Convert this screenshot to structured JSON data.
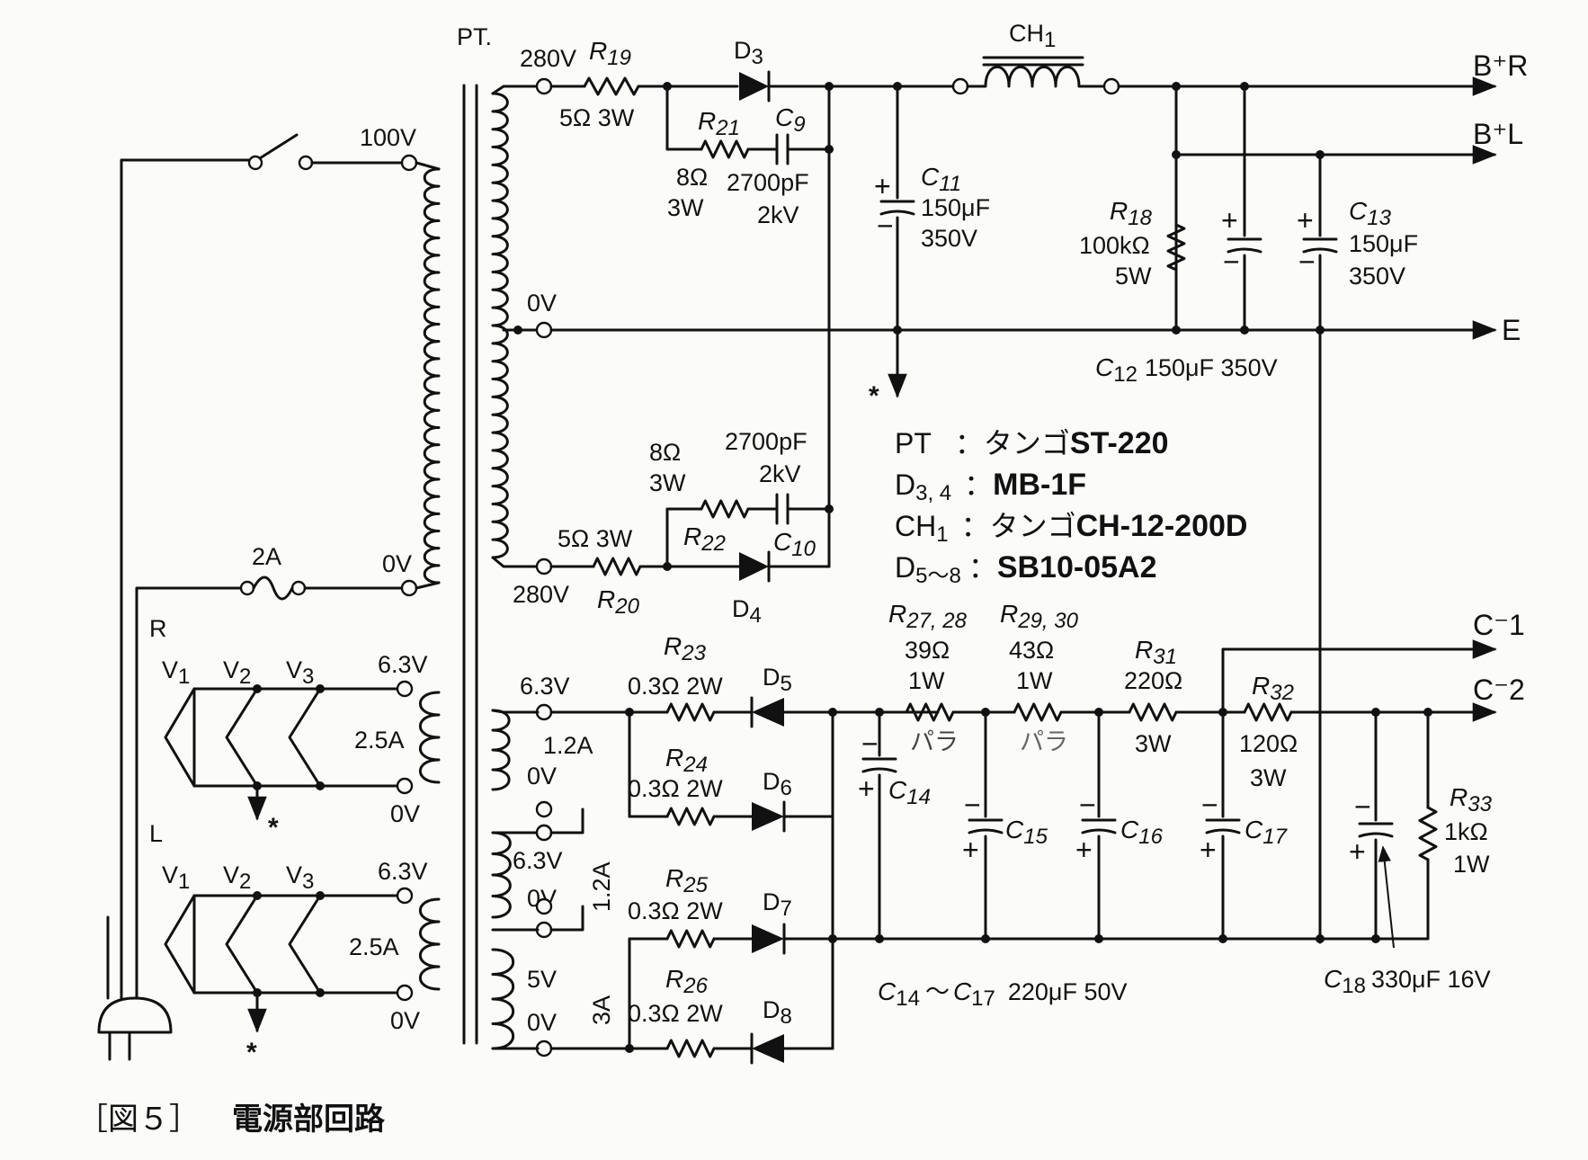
{
  "figure": {
    "number": "［図５］",
    "title": "電源部回路"
  },
  "transformer": {
    "ref": "PT.",
    "pri_100v": "100V",
    "pri_0v": "0V",
    "fuse": "2A",
    "hv_top": "280V",
    "hv_center": "0V",
    "hv_bottom": "280V",
    "heater_r_top": "6.3V",
    "heater_r_current": "2.5A",
    "heater_r_bottom": "0V",
    "heater_l_top": "6.3V",
    "heater_l_current": "2.5A",
    "heater_l_bottom": "0V",
    "aux1_top": "6.3V",
    "aux1_current": "1.2A",
    "aux1_bottom": "0V",
    "aux2_top": "6.3V",
    "aux2_current": "1.2A",
    "aux2_bottom": "0V",
    "aux3_top": "5V",
    "aux3_current": "3A",
    "aux3_bottom": "0V"
  },
  "heaters": {
    "r_label": "R",
    "l_label": "L",
    "v1": "V",
    "v1_sub": "1",
    "v2": "V",
    "v2_sub": "2",
    "v3": "V",
    "v3_sub": "3",
    "ground_mark": "*"
  },
  "components": {
    "r19": {
      "ref": "R",
      "sub": "19",
      "value": "5Ω  3W"
    },
    "d3": {
      "ref": "D",
      "sub": "3"
    },
    "r21": {
      "ref": "R",
      "sub": "21",
      "value1": "8Ω",
      "value2": "3W"
    },
    "c9": {
      "ref": "C",
      "sub": "9",
      "value1": "2700pF",
      "value2": "2kV"
    },
    "ch1": {
      "ref": "CH",
      "sub": "1"
    },
    "c11": {
      "ref": "C",
      "sub": "11",
      "value1": "150μF",
      "value2": "350V"
    },
    "r18": {
      "ref": "R",
      "sub": "18",
      "value1": "100kΩ",
      "value2": "5W"
    },
    "c13": {
      "ref": "C",
      "sub": "13",
      "value1": "150μF",
      "value2": "350V"
    },
    "c12": {
      "ref": "C",
      "sub": "12",
      "value": "150μF  350V"
    },
    "r22": {
      "ref": "R",
      "sub": "22",
      "value1": "8Ω",
      "value2": "3W"
    },
    "c10": {
      "ref": "C",
      "sub": "10",
      "value1": "2700pF",
      "value2": "2kV"
    },
    "r20": {
      "ref": "R",
      "sub": "20",
      "value": "5Ω  3W"
    },
    "d4": {
      "ref": "D",
      "sub": "4"
    },
    "r23": {
      "ref": "R",
      "sub": "23",
      "value": "0.3Ω  2W"
    },
    "d5": {
      "ref": "D",
      "sub": "5"
    },
    "r24": {
      "ref": "R",
      "sub": "24",
      "value": "0.3Ω  2W"
    },
    "d6": {
      "ref": "D",
      "sub": "6"
    },
    "r25": {
      "ref": "R",
      "sub": "25",
      "value": "0.3Ω  2W"
    },
    "d7": {
      "ref": "D",
      "sub": "7"
    },
    "r26": {
      "ref": "R",
      "sub": "26",
      "value": "0.3Ω  2W"
    },
    "d8": {
      "ref": "D",
      "sub": "8"
    },
    "r27": {
      "ref": "R",
      "sub": "27, 28",
      "value1": "39Ω",
      "value2": "1W",
      "note": "パラ"
    },
    "r29": {
      "ref": "R",
      "sub": "29, 30",
      "value1": "43Ω",
      "value2": "1W",
      "note": "パラ"
    },
    "r31": {
      "ref": "R",
      "sub": "31",
      "value1": "220Ω",
      "value2": "3W"
    },
    "r32": {
      "ref": "R",
      "sub": "32",
      "value1": "120Ω",
      "value2": "3W"
    },
    "r33": {
      "ref": "R",
      "sub": "33",
      "value1": "1kΩ",
      "value2": "1W"
    },
    "c14": {
      "ref": "C",
      "sub": "14"
    },
    "c15": {
      "ref": "C",
      "sub": "15"
    },
    "c16": {
      "ref": "C",
      "sub": "16"
    },
    "c17": {
      "ref": "C",
      "sub": "17"
    },
    "c14_17": {
      "ref1": "C",
      "sub1": "14",
      "sep": "～",
      "ref2": "C",
      "sub2": "17",
      "value": "220μF  50V"
    },
    "c18": {
      "ref": "C",
      "sub": "18",
      "value": "330μF  16V"
    }
  },
  "outputs": {
    "bpr": "B⁺R",
    "bpl": "B⁺L",
    "e": "E",
    "c1": "C⁻1",
    "c2": "C⁻2"
  },
  "parts_list": {
    "pt_key": "PT",
    "pt_prefix": "：タンゴ",
    "pt_value": "ST-220",
    "d34_key": "D",
    "d34_sub": "3, 4",
    "d34_prefix": "：",
    "d34_value": "MB-1F",
    "ch1_key": "CH",
    "ch1_sub": "1",
    "ch1_prefix": "：タンゴ",
    "ch1_value": "CH-12-200D",
    "d58_key": "D",
    "d58_sub": "5～8",
    "d58_prefix": "：",
    "d58_value": "SB10-05A2"
  },
  "symbols": {
    "plus": "+",
    "minus": "−",
    "asterisk": "*"
  }
}
